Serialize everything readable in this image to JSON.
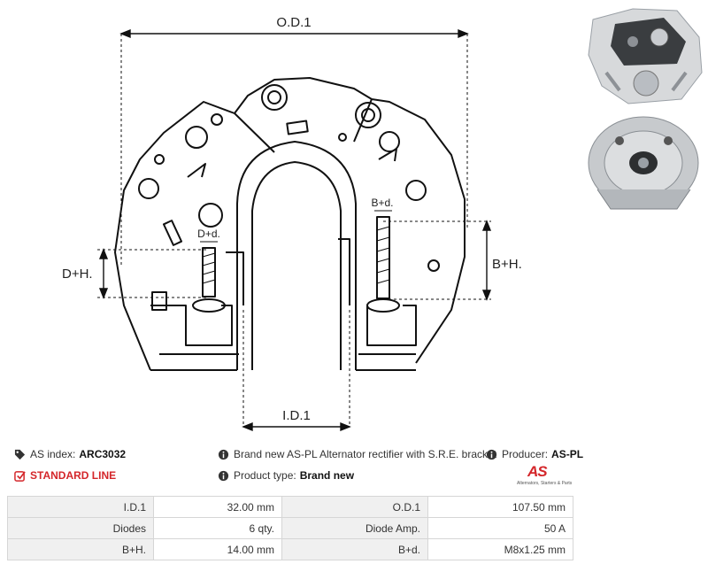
{
  "drawing": {
    "dim_od": "O.D.1",
    "dim_id": "I.D.1",
    "dim_dh": "D+H.",
    "dim_bh": "B+H.",
    "dim_dd": "D+d.",
    "dim_bd": "B+d."
  },
  "info": {
    "as_index_label": "AS index:",
    "as_index_value": "ARC3032",
    "line_label": "STANDARD LINE",
    "description": "Brand new AS-PL Alternator rectifier with S.R.E. bracket",
    "product_type_label": "Product type:",
    "product_type_value": "Brand new",
    "producer_label": "Producer:",
    "producer_value": "AS-PL",
    "logo_text": "AS",
    "logo_subtext": "Alternators, Starters & Parts"
  },
  "specs": {
    "rows": [
      {
        "k1": "I.D.1",
        "v1": "32.00 mm",
        "k2": "O.D.1",
        "v2": "107.50 mm"
      },
      {
        "k1": "Diodes",
        "v1": "6 qty.",
        "k2": "Diode Amp.",
        "v2": "50 A"
      },
      {
        "k1": "B+H.",
        "v1": "14.00 mm",
        "k2": "B+d.",
        "v2": "M8x1.25 mm"
      }
    ]
  },
  "colors": {
    "accent": "#d4262a",
    "line": "#111111",
    "header_bg": "#f0f0f0"
  }
}
